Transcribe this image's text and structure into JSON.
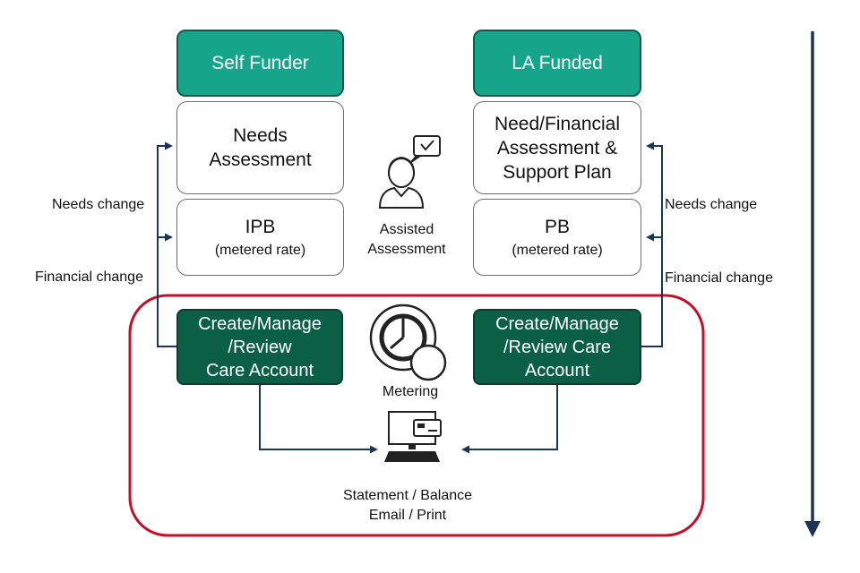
{
  "left": {
    "header": "Self Funder",
    "assessment": [
      "Needs",
      "Assessment"
    ],
    "budget": {
      "title": "IPB",
      "subtitle": "(metered rate)"
    },
    "account": [
      "Create/Manage",
      "/Review",
      "Care Account"
    ]
  },
  "right": {
    "header": "LA Funded",
    "assessment": [
      "Need/Financial",
      "Assessment &",
      "Support Plan"
    ],
    "budget": {
      "title": "PB",
      "subtitle": "(metered rate)"
    },
    "account": [
      "Create/Manage",
      "/Review Care",
      "Account"
    ]
  },
  "side_labels": {
    "left_needs": "Needs change",
    "left_financial": "Financial change",
    "right_needs": "Needs change",
    "right_financial": "Financial change"
  },
  "center": {
    "assisted": [
      "Assisted",
      "Assessment"
    ],
    "metering": "Metering",
    "output": [
      "Statement / Balance",
      "Email / Print"
    ]
  },
  "icons": {
    "person": "person-with-checklist-icon",
    "metering": "clock-meter-icon",
    "computer": "computer-card-icon"
  },
  "colors": {
    "header_green": "#16a58a",
    "dark_green": "#0b5f46",
    "boundary_red": "#c0102a",
    "arrow_navy": "#1c3557"
  }
}
